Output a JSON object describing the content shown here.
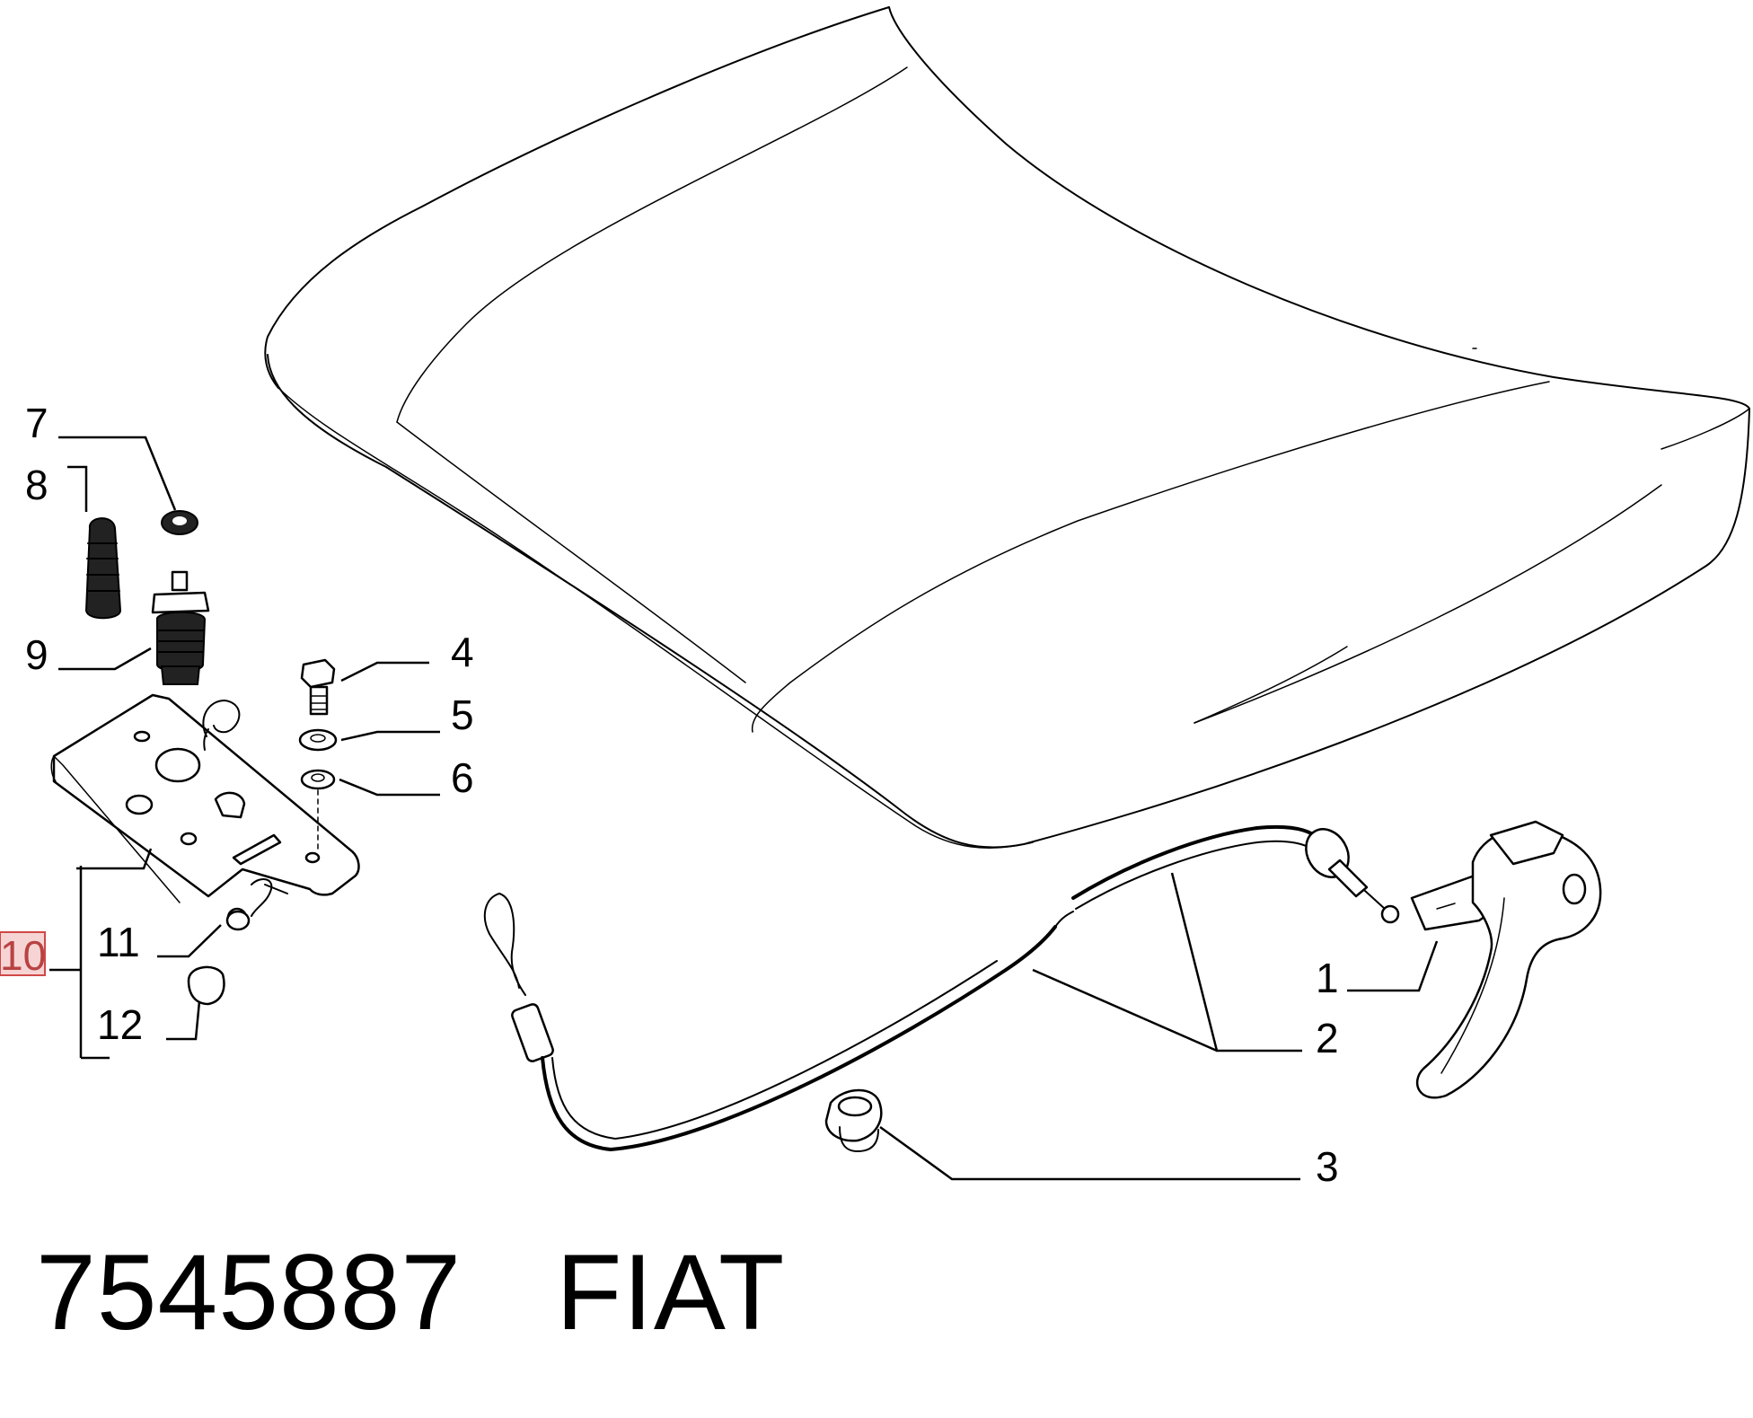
{
  "callouts": [
    {
      "id": "1",
      "label": "1"
    },
    {
      "id": "2",
      "label": "2"
    },
    {
      "id": "3",
      "label": "3"
    },
    {
      "id": "4",
      "label": "4"
    },
    {
      "id": "5",
      "label": "5"
    },
    {
      "id": "6",
      "label": "6"
    },
    {
      "id": "7",
      "label": "7"
    },
    {
      "id": "8",
      "label": "8"
    },
    {
      "id": "9",
      "label": "9"
    },
    {
      "id": "10",
      "label": "10"
    },
    {
      "id": "11",
      "label": "11"
    },
    {
      "id": "12",
      "label": "12"
    }
  ],
  "highlighted_callout": "10",
  "highlight_color": "#d04848",
  "footer": {
    "part_number": "7545887",
    "brand": "FIAT"
  }
}
